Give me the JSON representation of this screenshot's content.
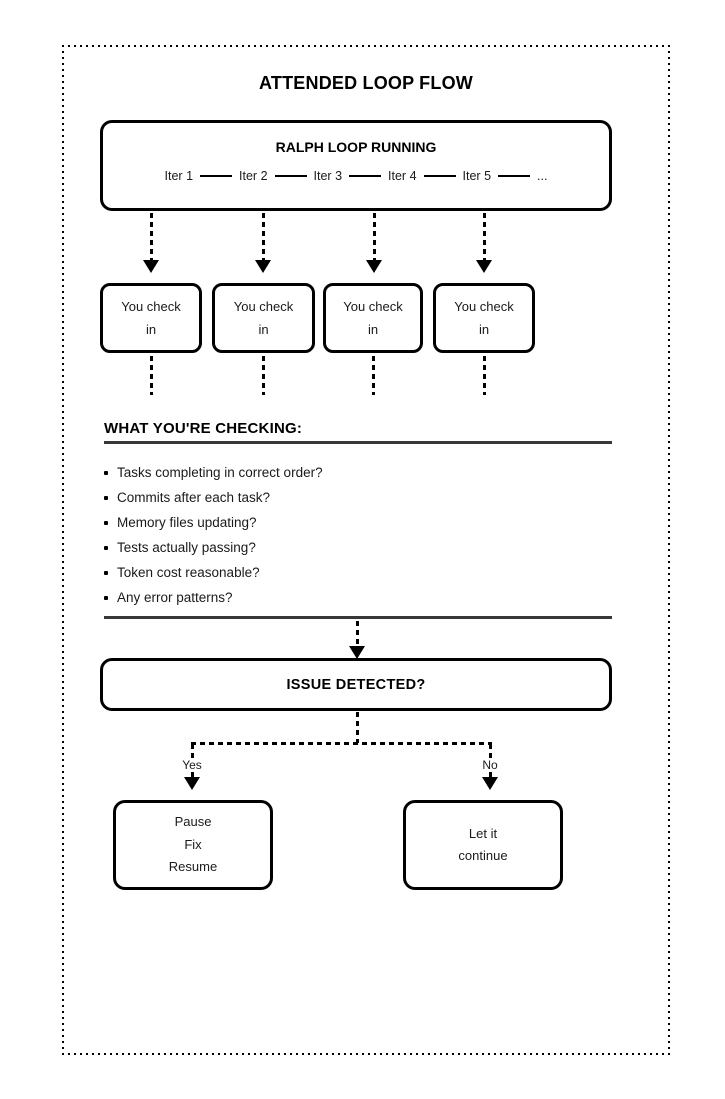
{
  "page": {
    "title": "ATTENDED LOOP FLOW"
  },
  "loop_box": {
    "title": "RALPH LOOP RUNNING",
    "iterations": [
      "Iter 1",
      "Iter 2",
      "Iter 3",
      "Iter 4",
      "Iter 5",
      "..."
    ]
  },
  "checkins": {
    "labels": [
      "You check in",
      "You check in",
      "You check in",
      "You check in"
    ]
  },
  "checklist": {
    "heading": "WHAT YOU'RE CHECKING:",
    "items": [
      "Tasks completing in correct order?",
      "Commits after each task?",
      "Memory files updating?",
      "Tests actually passing?",
      "Token cost reasonable?",
      "Any error patterns?"
    ]
  },
  "decision": {
    "label": "ISSUE DETECTED?",
    "yes_label": "Yes",
    "no_label": "No"
  },
  "outcomes": {
    "yes_box": {
      "lines": [
        "Pause",
        "Fix",
        "Resume"
      ]
    },
    "no_box": {
      "lines": [
        "Let it",
        "continue"
      ]
    }
  },
  "colors": {
    "ink": "#000000",
    "rule": "#383838",
    "background": "#ffffff"
  }
}
